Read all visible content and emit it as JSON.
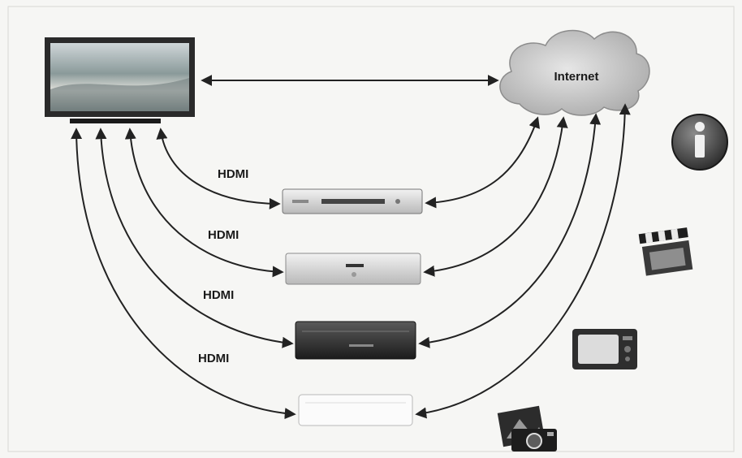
{
  "cloud": {
    "label": "Internet"
  },
  "hdmi_labels": [
    "HDMI",
    "HDMI",
    "HDMI",
    "HDMI"
  ],
  "icons": [
    "info-icon",
    "clapperboard-icon",
    "retro-tv-icon",
    "photos-camera-icon"
  ],
  "colors": {
    "background": "#f6f6f4",
    "arrow": "#222222",
    "cloud_fill": "#c9c9c9",
    "tv_frame": "#2a2a2a"
  }
}
